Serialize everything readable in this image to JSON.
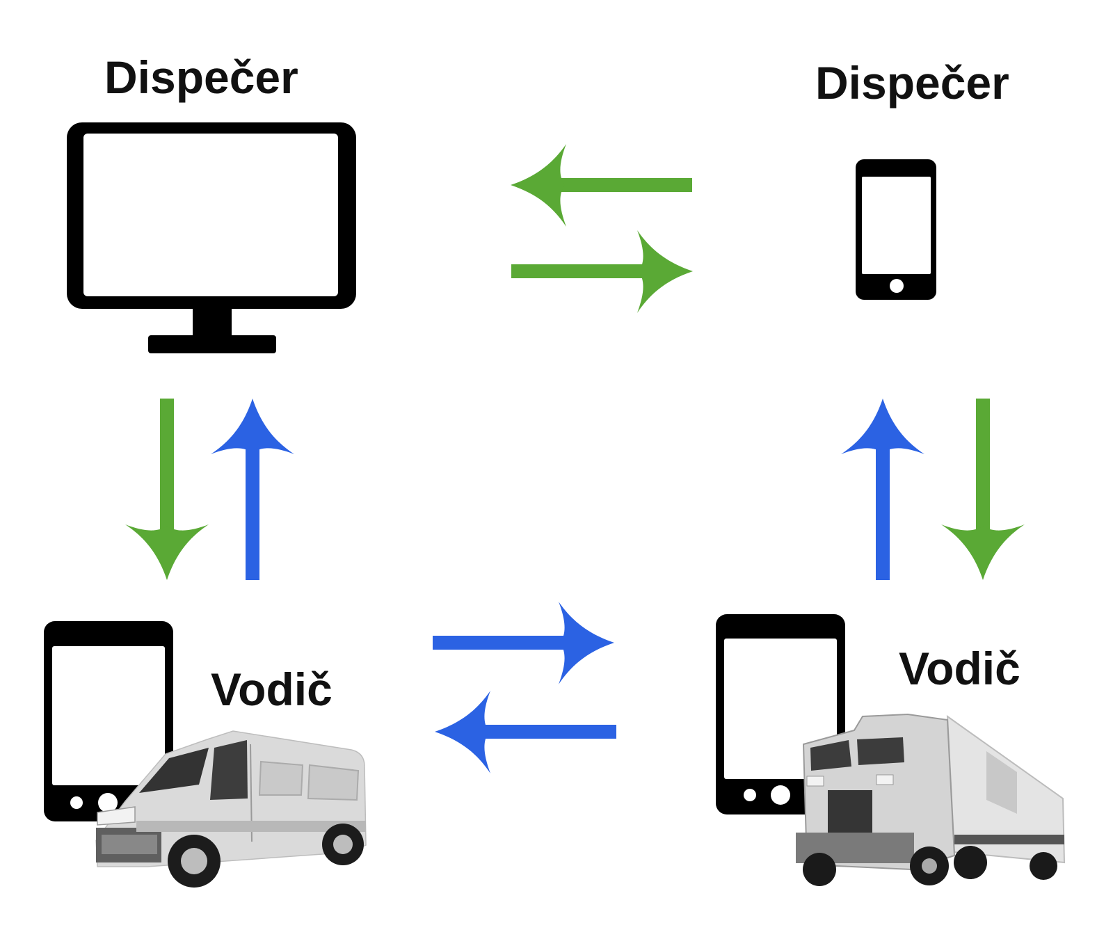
{
  "labels": {
    "dispatcher_desktop": "Dispečer",
    "dispatcher_mobile": "Dispečer",
    "driver_van": "Vodič",
    "driver_truck": "Vodič"
  },
  "colors": {
    "green": "#5aa935",
    "blue": "#2b62e3",
    "icon": "#000000",
    "vehicle_light": "#dadada",
    "vehicle_mid": "#a9a9a9",
    "vehicle_dark": "#3a3a3a"
  },
  "icons": [
    "monitor-icon",
    "smartphone-icon",
    "tablet-icon",
    "van-image",
    "truck-image",
    "arrow-icon"
  ]
}
